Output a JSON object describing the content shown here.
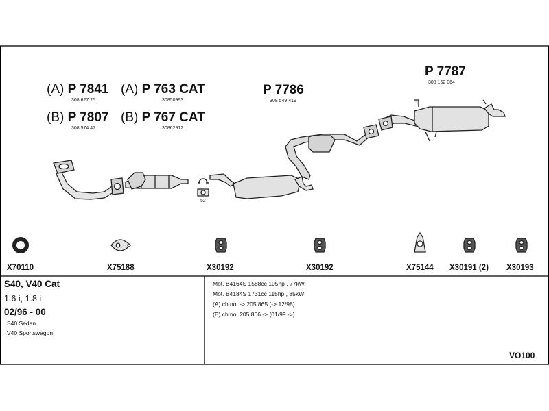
{
  "parts": [
    {
      "variant": "(A)",
      "label": "P 7841",
      "number": "308 627 25"
    },
    {
      "variant": "(A)",
      "label": "P 763 CAT",
      "number": "30850993"
    },
    {
      "variant": "(B)",
      "label": "P 7807",
      "number": "308 574 47"
    },
    {
      "variant": "(B)",
      "label": "P 767 CAT",
      "number": "30862912"
    },
    {
      "variant": "",
      "label": "P 7786",
      "number": "308 549 419"
    },
    {
      "variant": "",
      "label": "P 7787",
      "number": "308 162 064"
    }
  ],
  "clamp_size": "52",
  "accessories": [
    "X70110",
    "X75188",
    "X30192",
    "X30192",
    "X75144",
    "X30191 (2)",
    "X30193"
  ],
  "vehicle": {
    "model": "S40, V40 Cat",
    "engine": "1.6 i, 1.8 i",
    "years": "02/96 - 00",
    "body1": "S40 Sedan",
    "body2": "V40 Sportswagon"
  },
  "notes": [
    "Mot. B4164S 1588cc 105hp , 77kW",
    "Mot. B4184S 1731cc 115hp , 85kW",
    "(A) ch.no. -> 205 865 (-> 12/98)",
    "(B) ch.no. 205 866 -> (01/99 ->)"
  ],
  "code": "VO100"
}
